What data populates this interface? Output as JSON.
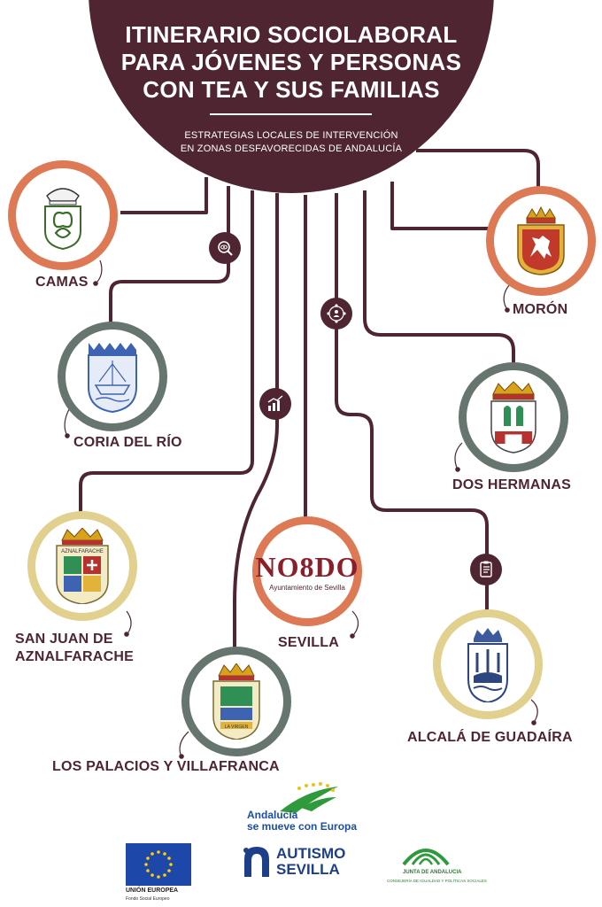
{
  "header": {
    "title_lines": [
      "ITINERARIO SOCIOLABORAL",
      "PARA JÓVENES Y PERSONAS",
      "CON TEA Y SUS FAMILIAS"
    ],
    "subtitle_lines": [
      "ESTRATEGIAS LOCALES DE INTERVENCIÓN",
      "EN ZONAS DESFAVORECIDAS DE ANDALUCÍA"
    ]
  },
  "colors": {
    "brand": "#4e2530",
    "ring_orange": "#dd7a55",
    "ring_gray": "#66766e",
    "ring_beige": "#e2d08f"
  },
  "municipalities": [
    {
      "name_lines": [
        "CAMAS"
      ],
      "ring": "ring_orange",
      "crest": "camas-crest-icon"
    },
    {
      "name_lines": [
        "MORÓN"
      ],
      "ring": "ring_orange",
      "crest": "moron-crest-icon"
    },
    {
      "name_lines": [
        "CORIA DEL RÍO"
      ],
      "ring": "ring_gray",
      "crest": "coria-crest-icon"
    },
    {
      "name_lines": [
        "DOS HERMANAS"
      ],
      "ring": "ring_gray",
      "crest": "dos-hermanas-crest-icon"
    },
    {
      "name_lines": [
        "SAN JUAN DE",
        "AZNALFARACHE"
      ],
      "ring": "ring_beige",
      "crest": "san-juan-crest-icon"
    },
    {
      "name_lines": [
        "SEVILLA"
      ],
      "ring": "ring_orange",
      "crest": "nodo-logo"
    },
    {
      "name_lines": [
        "ALCALÁ DE GUADAÍRA"
      ],
      "ring": "ring_beige",
      "crest": "alcala-crest-icon"
    },
    {
      "name_lines": [
        "LOS PALACIOS Y VILLAFRANCA"
      ],
      "ring": "ring_gray",
      "crest": "los-palacios-crest-icon"
    }
  ],
  "sevilla_logo": {
    "mark": "NO8DO",
    "caption": "Ayuntamiento de Sevilla"
  },
  "crest_texts": {
    "san_juan": "AZNALFARACHE",
    "los_palacios": "LA VIRGEN"
  },
  "step_icons": [
    "search-eye-icon",
    "growth-chart-icon",
    "network-people-icon",
    "checklist-icon"
  ],
  "footer": {
    "andalucia_line1": "Andalucía",
    "andalucia_line2": "se mueve con Europa",
    "eu_label": "UNIÓN EUROPEA",
    "eu_sub": "Fondo Social Europeo",
    "autismo_line1": "AUTISMO",
    "autismo_line2": "SEVILLA",
    "junta_line1": "JUNTA DE ANDALUCIA",
    "junta_line2": "CONSEJERÍA DE IGUALDAD Y POLÍTICAS SOCIALES"
  }
}
